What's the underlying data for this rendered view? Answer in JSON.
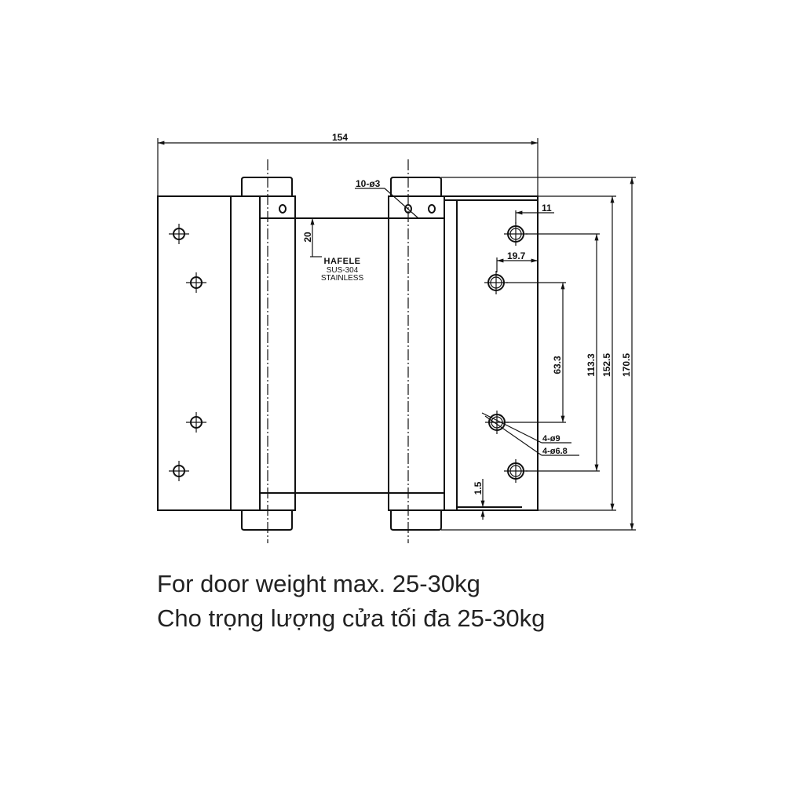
{
  "dimensions": {
    "overall_width": "154",
    "pin_holes": "10-ø3",
    "logo_offset": "20",
    "edge_offset_1": "11",
    "edge_offset_2": "19.7",
    "inner_hole_spacing": "63.3",
    "outer_hole_spacing": "113.3",
    "leaf_height": "152.5",
    "overall_height": "170.5",
    "screw_hole_outer": "4-ø9",
    "screw_hole_inner": "4-ø6.8",
    "gap": "1.5"
  },
  "marking": {
    "brand": "HAFELE",
    "material": "SUS-304",
    "finish": "STAINLESS"
  },
  "captions": {
    "english": "For door weight max. 25-30kg",
    "vietnamese": "Cho trọng lượng cửa tối đa 25-30kg"
  }
}
